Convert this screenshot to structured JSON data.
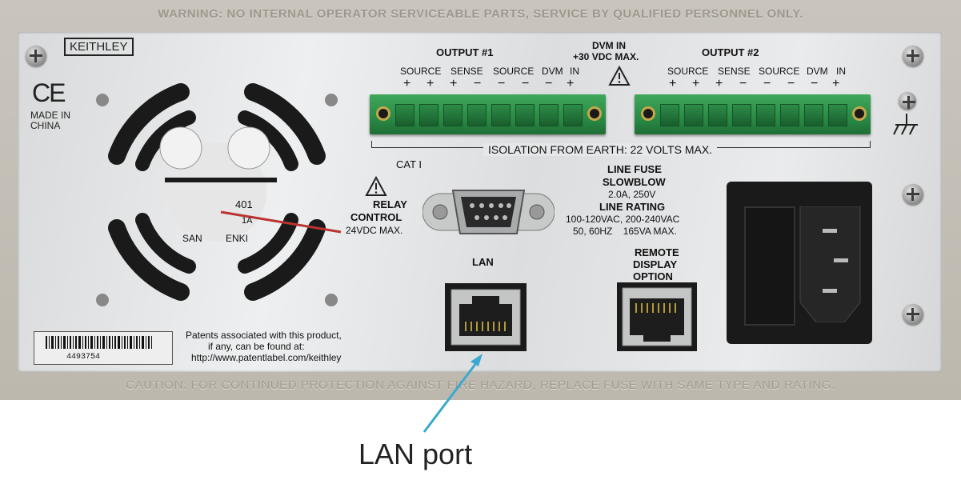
{
  "warning_text": "WARNING: NO INTERNAL OPERATOR SERVICEABLE PARTS, SERVICE BY QUALIFIED PERSONNEL ONLY.",
  "caution_text": "CAUTION: FOR CONTINUED PROTECTION AGAINST FIRE HAZARD, REPLACE FUSE WITH SAME TYPE AND RATING.",
  "brand": "KEITHLEY",
  "ce_mark": "CE",
  "made_in": [
    "MADE IN",
    "CHINA"
  ],
  "fan_label_fragments": [
    "401",
    "1A",
    "SAN",
    "ENKI"
  ],
  "output1": {
    "title": "OUTPUT #1",
    "groups": [
      "SOURCE",
      "SENSE",
      "SOURCE",
      "DVM",
      "IN"
    ],
    "signs": [
      "+",
      "+",
      "+",
      "−",
      "−",
      "−",
      "−",
      "+"
    ]
  },
  "dvm_in": [
    "DVM IN",
    "+30 VDC MAX."
  ],
  "output2": {
    "title": "OUTPUT #2",
    "groups": [
      "SOURCE",
      "SENSE",
      "SOURCE",
      "DVM",
      "IN"
    ],
    "signs": [
      "+",
      "+",
      "+",
      "−",
      "−",
      "−",
      "−",
      "+"
    ]
  },
  "isolation": "ISOLATION FROM EARTH: 22 VOLTS MAX.",
  "cat": "CAT I",
  "relay": {
    "line1": "RELAY",
    "line2": "CONTROL",
    "line3": "24VDC MAX."
  },
  "line_fuse": {
    "title1": "LINE FUSE",
    "title2": "SLOWBLOW",
    "value": "2.0A, 250V"
  },
  "line_rating": {
    "title": "LINE RATING",
    "line1": "100-120VAC, 200-240VAC",
    "line2": "50, 60HZ    165VA MAX."
  },
  "lan_label": "LAN",
  "remote_display": [
    "REMOTE",
    "DISPLAY",
    "OPTION"
  ],
  "patents": [
    "Patents associated with this product,",
    "if any, can be found at:",
    "http://www.patentlabel.com/keithley"
  ],
  "serial": "4493754",
  "callout": {
    "label": "LAN port",
    "color": "#3aa9cf"
  }
}
